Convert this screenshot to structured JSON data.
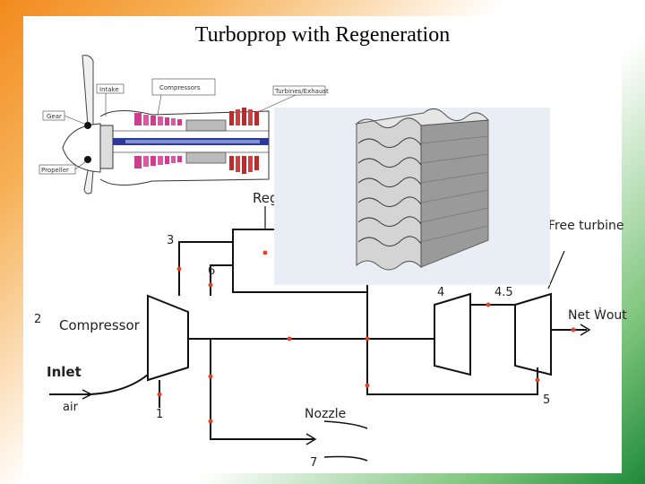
{
  "slide": {
    "title": "Turboprop with Regeneration"
  },
  "engine_cutaway": {
    "labels": {
      "intake": "Intake",
      "compressors": "Compressors",
      "turbines_exhaust": "Turbines/Exhaust",
      "gear": "Gear",
      "propeller": "Propeller"
    }
  },
  "schematic": {
    "labels": {
      "regenerator": "Regenerator",
      "compressor": "Compressor",
      "inlet": "Inlet",
      "air": "air",
      "nozzle": "Nozzle",
      "free_turbine": "Free turbine",
      "net_work": "Net Ẇout",
      "station_1": "1",
      "station_2": "2",
      "station_3": "3",
      "station_4": "4",
      "station_45": "4.5",
      "station_5": "5",
      "station_6": "6",
      "station_7": "7"
    }
  },
  "colors": {
    "line": "#111111",
    "marker": "#e0442a",
    "shaft": "#2a3a9a",
    "blade": "#cc3f8f"
  }
}
